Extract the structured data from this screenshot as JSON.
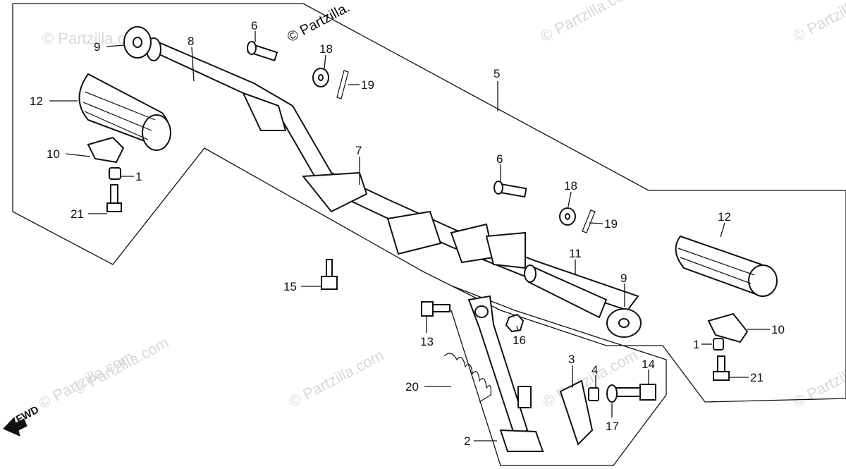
{
  "watermarks": [
    "© Partzilla.com",
    "© Partzilla.",
    "© Partzilla.com",
    "© Partzilla.com",
    "© Partzilla.com",
    "© Partzilla.com",
    "© Partzilla.com",
    "© Partzilla.com",
    "© Partzilla.com"
  ],
  "direction_label": "FWD",
  "callouts": {
    "c9a": "9",
    "c8": "8",
    "c6a": "6",
    "c18a": "18",
    "c19a": "19",
    "c5": "5",
    "c12a": "12",
    "c10a": "10",
    "c1a": "1",
    "c21a": "21",
    "c7": "7",
    "c6b": "6",
    "c18b": "18",
    "c19b": "19",
    "c12b": "12",
    "c11": "11",
    "c9b": "9",
    "c15": "15",
    "c13": "13",
    "c16": "16",
    "c10b": "10",
    "c1b": "1",
    "c21b": "21",
    "c3": "3",
    "c4": "4",
    "c14": "14",
    "c17": "17",
    "c20": "20",
    "c2": "2"
  }
}
